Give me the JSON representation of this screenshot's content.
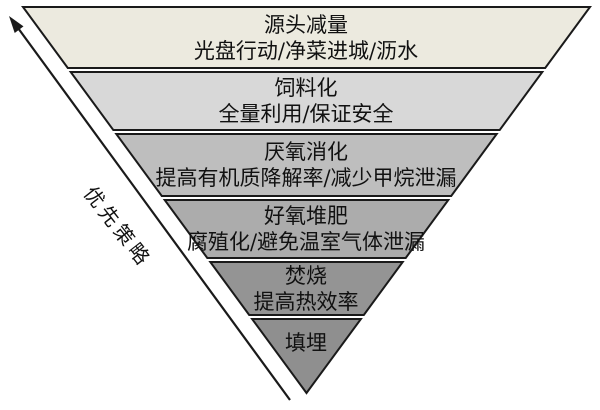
{
  "axis": {
    "label": "优先策略"
  },
  "levels": [
    {
      "title": "源头减量",
      "subtitle": "光盘行动/净菜进城/沥水",
      "color": "#ECEADF"
    },
    {
      "title": "饲料化",
      "subtitle": "全量利用/保证安全",
      "color": "#D8D8D8"
    },
    {
      "title": "厌氧消化",
      "subtitle": "提高有机质降解率/减少甲烷泄漏",
      "color": "#BEBEBE"
    },
    {
      "title": "好氧堆肥",
      "subtitle": "腐殖化/避免温室气体泄漏",
      "color": "#ACACAC"
    },
    {
      "title": "焚烧",
      "subtitle": "提高热效率",
      "color": "#949494"
    },
    {
      "title": "填埋",
      "subtitle": "",
      "color": "#8F8F8F"
    }
  ],
  "colors": {
    "outline": "#1A1A1A",
    "background": "#FFFFFF",
    "text": "#111111",
    "arrow": "#1A1A1A"
  }
}
